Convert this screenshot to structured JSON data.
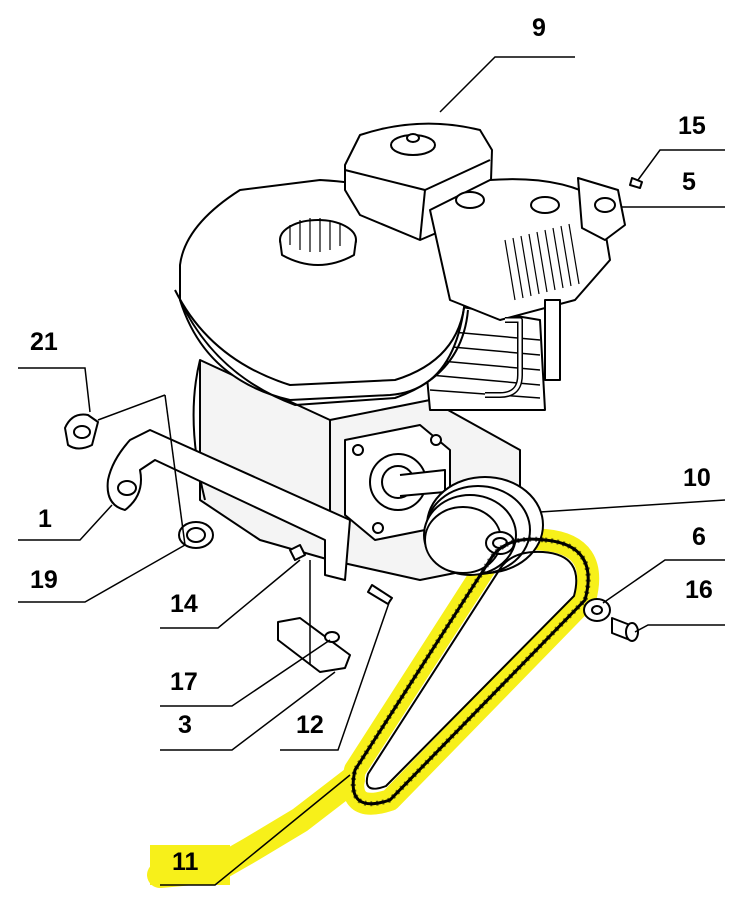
{
  "diagram": {
    "highlight_color": "#f7f01a",
    "line_color": "#000000",
    "callouts": [
      {
        "id": "c9",
        "label": "9"
      },
      {
        "id": "c15",
        "label": "15"
      },
      {
        "id": "c5",
        "label": "5"
      },
      {
        "id": "c21",
        "label": "21"
      },
      {
        "id": "c10",
        "label": "10"
      },
      {
        "id": "c1",
        "label": "1"
      },
      {
        "id": "c6",
        "label": "6"
      },
      {
        "id": "c19",
        "label": "19"
      },
      {
        "id": "c16",
        "label": "16"
      },
      {
        "id": "c14",
        "label": "14"
      },
      {
        "id": "c17",
        "label": "17"
      },
      {
        "id": "c3",
        "label": "3"
      },
      {
        "id": "c12",
        "label": "12"
      },
      {
        "id": "c11",
        "label": "11"
      }
    ]
  }
}
